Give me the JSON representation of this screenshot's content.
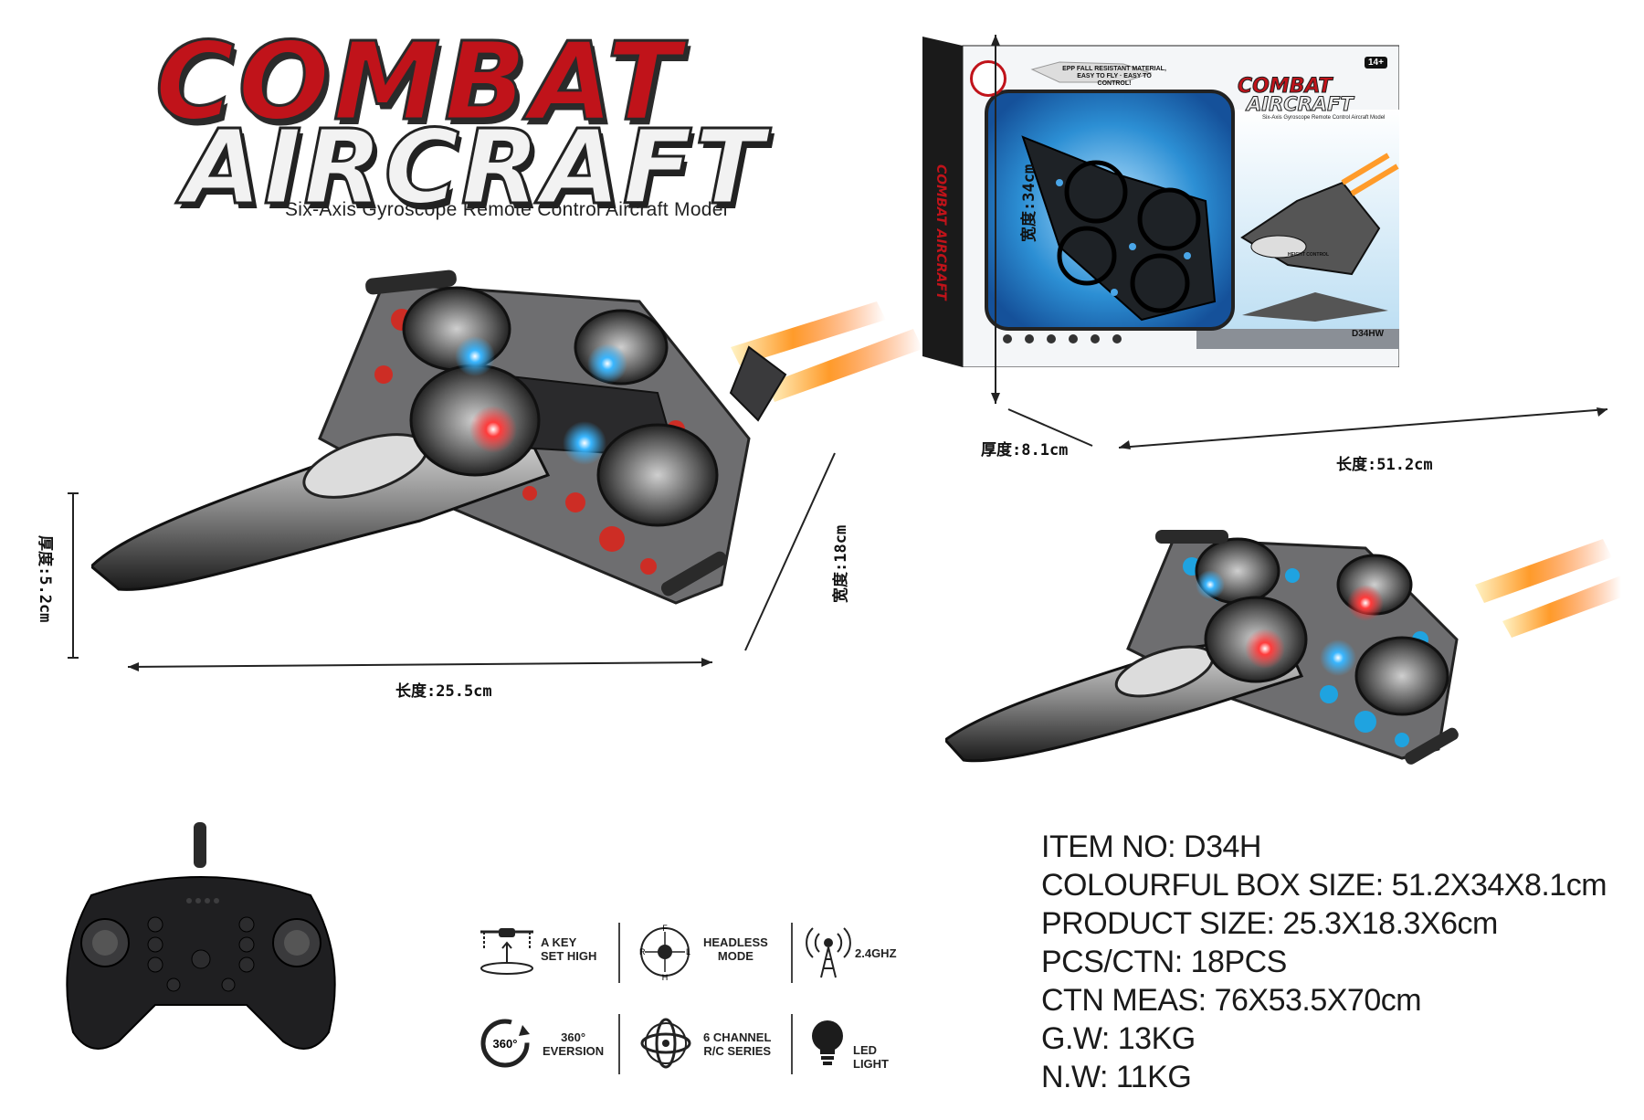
{
  "title": {
    "line1": "COMBAT",
    "line2": "AIRCRAFT",
    "subtitle": "Six-Axis Gyroscope Remote Control Aircraft Model"
  },
  "dimensions": {
    "product_length": "长度:25.5cm",
    "product_thickness": "厚度:5.2cm",
    "product_width": "宽度:18cm",
    "box_height": "宽度:34cm",
    "box_depth": "厚度:8.1cm",
    "box_length": "长度:51.2cm"
  },
  "box": {
    "logo_line1": "COMBAT",
    "logo_line2": "AIRCRAFT",
    "logo_sub": "Six-Axis Gyroscope Remote Control Aircraft Model",
    "age_badge": "14+",
    "banner": "EPP FALL RESISTANT MATERIAL, EASY TO FLY · EASY TO CONTROL!",
    "model_code": "D34HW",
    "side_text": "COMBAT AIRCRAFT",
    "height_control": "HEIGHT CONTROL"
  },
  "features": [
    {
      "icon": "drone-height-icon",
      "label": "A KEY\nSET HIGH"
    },
    {
      "icon": "compass-icon",
      "label": "HEADLESS\nMODE"
    },
    {
      "icon": "antenna-icon",
      "label": "2.4GHZ"
    },
    {
      "icon": "rotate-360-icon",
      "label": "360°\nEVERSION"
    },
    {
      "icon": "gyro-icon",
      "label": "6 CHANNEL\nR/C SERIES"
    },
    {
      "icon": "bulb-icon",
      "label": "LED LIGHT"
    }
  ],
  "specs": [
    "ITEM NO: D34H",
    "COLOURFUL BOX SIZE: 51.2X34X8.1cm",
    "PRODUCT SIZE: 25.3X18.3X6cm",
    "PCS/CTN: 18PCS",
    "CTN MEAS: 76X53.5X70cm",
    "G.W: 13KG",
    "N.W: 11KG"
  ],
  "colors": {
    "red_accent": "#d8261d",
    "blue_accent": "#1fa3e0",
    "body_gray": "#6e6e70",
    "dark": "#1c1c1e",
    "flame": "#ff8a1f"
  },
  "compass_letters": [
    "F",
    "R",
    "L",
    "H"
  ]
}
